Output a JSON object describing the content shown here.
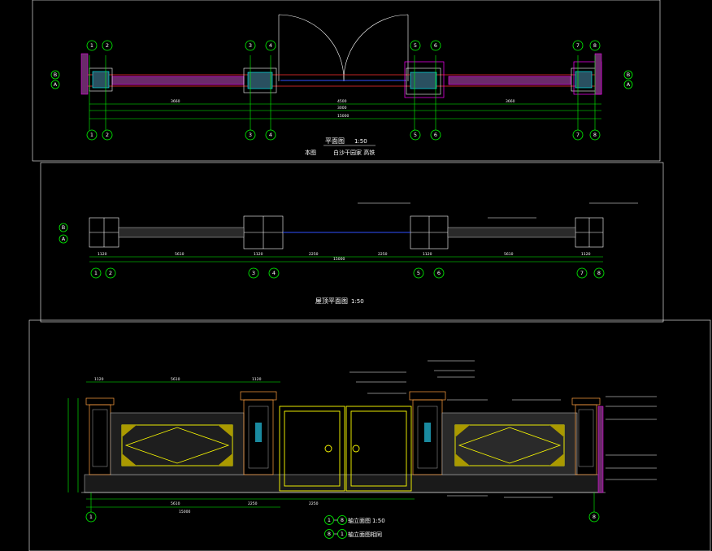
{
  "plan": {
    "title": "平面图",
    "scale": "1:50",
    "note_prefix": "本图",
    "note_body": "白沙干园家 高铁",
    "axis_top": [
      "1",
      "2",
      "3",
      "4",
      "5",
      "6",
      "7",
      "8"
    ],
    "axis_side_left": [
      "B",
      "A"
    ],
    "axis_side_right": [
      "B",
      "A"
    ]
  },
  "roof": {
    "title": "屋顶平面图",
    "scale": "1:50",
    "axis": [
      "1",
      "2",
      "3",
      "4",
      "5",
      "6",
      "7",
      "8"
    ],
    "axis_side": [
      "B",
      "A"
    ]
  },
  "elevation": {
    "label1_from": "1",
    "label1_to": "8",
    "label1_text": "轴立面图",
    "label1_scale": "1:50",
    "label2_from": "8",
    "label2_to": "1",
    "label2_text": "轴立面图相同",
    "axis_left": "1",
    "axis_right": "8"
  },
  "colors": {
    "background": "#000000",
    "lines_green": "#00ff00",
    "lines_yellow": "#ffff00",
    "lines_magenta": "#ff00ff",
    "lines_cyan": "#00ffff",
    "text": "#ffffff"
  }
}
